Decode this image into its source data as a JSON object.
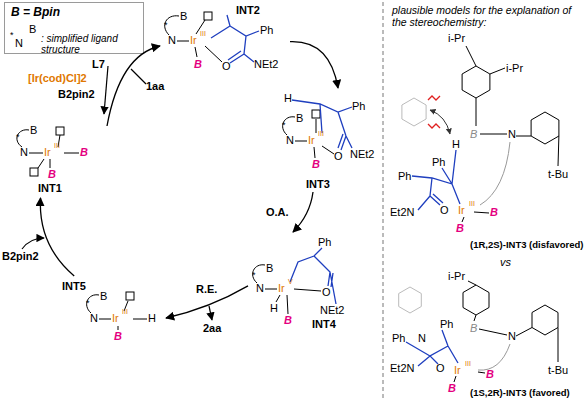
{
  "diagram": {
    "nodes": [
      {
        "text": [
          "B = Bpin",
          "*",
          "N",
          "B",
          ": simplified ligand structure"
        ]
      },
      {
        "text": [
          "*",
          "B",
          "N",
          "Ir",
          "III",
          "B",
          "B",
          "INT1"
        ]
      },
      {
        "text": [
          "INT2",
          "*",
          "B",
          "N",
          "Ir",
          "III",
          "Ph",
          "B",
          "O",
          "NEt2"
        ]
      },
      {
        "text": [
          "H",
          "*",
          "B",
          "N",
          "Ir",
          "III",
          "Ph",
          "O",
          "NEt2",
          "B",
          "INT3"
        ]
      },
      {
        "text": [
          "*",
          "B",
          "N",
          "Ir",
          "V",
          "Ph",
          "O",
          "H",
          "NEt2",
          "B",
          "INT4"
        ]
      },
      {
        "text": [
          "INT5",
          "*",
          "B",
          "N",
          "Ir",
          "III",
          "H",
          "B"
        ]
      },
      {
        "text": [
          "i-Pr",
          "i-Pr",
          "H",
          "B",
          "N",
          "Ph",
          "Ph",
          "Et2N",
          "O",
          "Ir",
          "III",
          "B",
          "B",
          "t-Bu",
          "(1R,2S)-INT3 (disfavored)"
        ]
      },
      {
        "text": [
          "i-Pr",
          "N",
          "Ph",
          "B",
          "N",
          "Ph",
          "Et2N",
          "O",
          "Ir",
          "III",
          "B",
          "B",
          "t-Bu",
          "(1S,2R)-INT3 (favored)"
        ]
      }
    ],
    "edges": [
      {
        "from": 1,
        "to": 2,
        "arrow": "to"
      },
      {
        "from": 2,
        "to": 3,
        "arrow": "to"
      },
      {
        "from": 3,
        "to": 4,
        "label": "O.A.",
        "arrow": "to"
      },
      {
        "from": 4,
        "to": 5,
        "label": "R.E.",
        "arrow": "to"
      },
      {
        "from": 5,
        "to": 1,
        "arrow": "to"
      }
    ],
    "labels": [
      "L7",
      "[Ir(cod)Cl]2",
      "B2pin2",
      "1aa",
      "2aa",
      "B2pin2",
      "plausible models for the explanation of the stereochemistry:",
      "vs"
    ]
  }
}
